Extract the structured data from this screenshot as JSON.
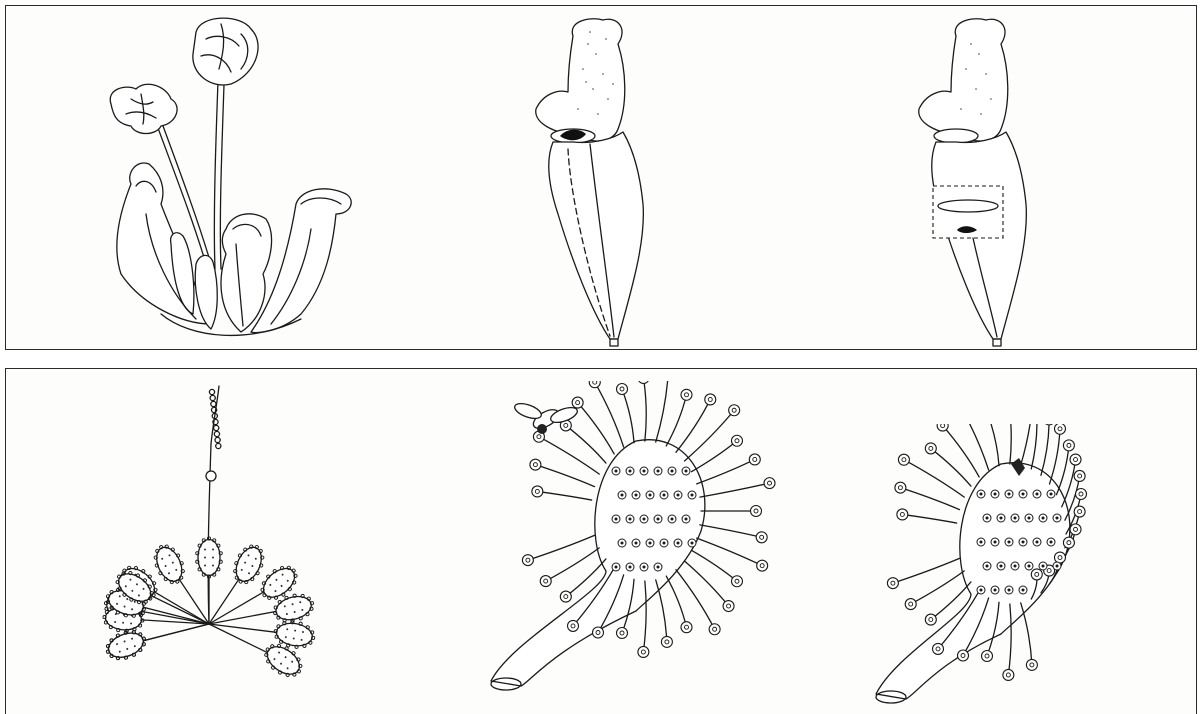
{
  "figure": {
    "rows": [
      {
        "id": "pitcher-plant-row",
        "panels": [
          {
            "subject": "pitcher-plant-whole",
            "icon": "pitcher-plant-with-flowers"
          },
          {
            "subject": "pitcher-leaf-with-insect-at-rim",
            "icon": "pitcher-leaf-icon"
          },
          {
            "subject": "pitcher-leaf-cutaway-insect-trapped",
            "icon": "pitcher-cutaway-icon"
          }
        ]
      },
      {
        "id": "sundew-row",
        "panels": [
          {
            "subject": "sundew-plant-rosette",
            "icon": "sundew-rosette-icon"
          },
          {
            "subject": "sundew-leaf-insect-landing",
            "icon": "sundew-leaf-open-icon"
          },
          {
            "subject": "sundew-leaf-tentacles-curling",
            "icon": "sundew-leaf-closing-icon"
          }
        ]
      }
    ],
    "colors": {
      "ink": "#1a1a1a",
      "paper": "#fdfdfb",
      "frame": "#2a2a2a"
    }
  }
}
